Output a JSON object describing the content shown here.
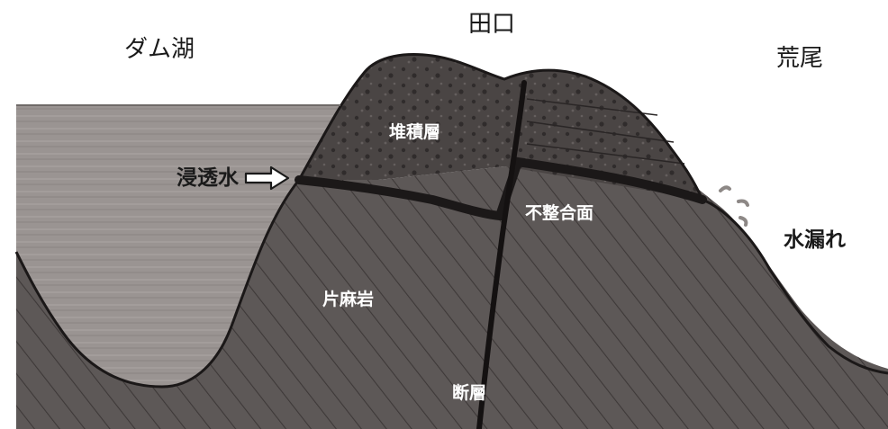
{
  "labels": {
    "dam_lake": "ダム湖",
    "taguchi": "田口",
    "arao": "荒尾",
    "seepage_water": "浸透水",
    "water_leak": "水漏れ",
    "sediment_layer": "堆積層",
    "unconformity": "不整合面",
    "gneiss": "片麻岩",
    "fault": "断層"
  },
  "colors": {
    "lake_water": "#9a9492",
    "bedrock": "#5d5857",
    "sediment": "#4a4544",
    "boundary": "#1b1818",
    "hatch": "#3a3535",
    "label_inside": "#ffffff"
  },
  "icons": {
    "arrow": "right-arrow-icon",
    "drip": "water-drip-icon"
  }
}
